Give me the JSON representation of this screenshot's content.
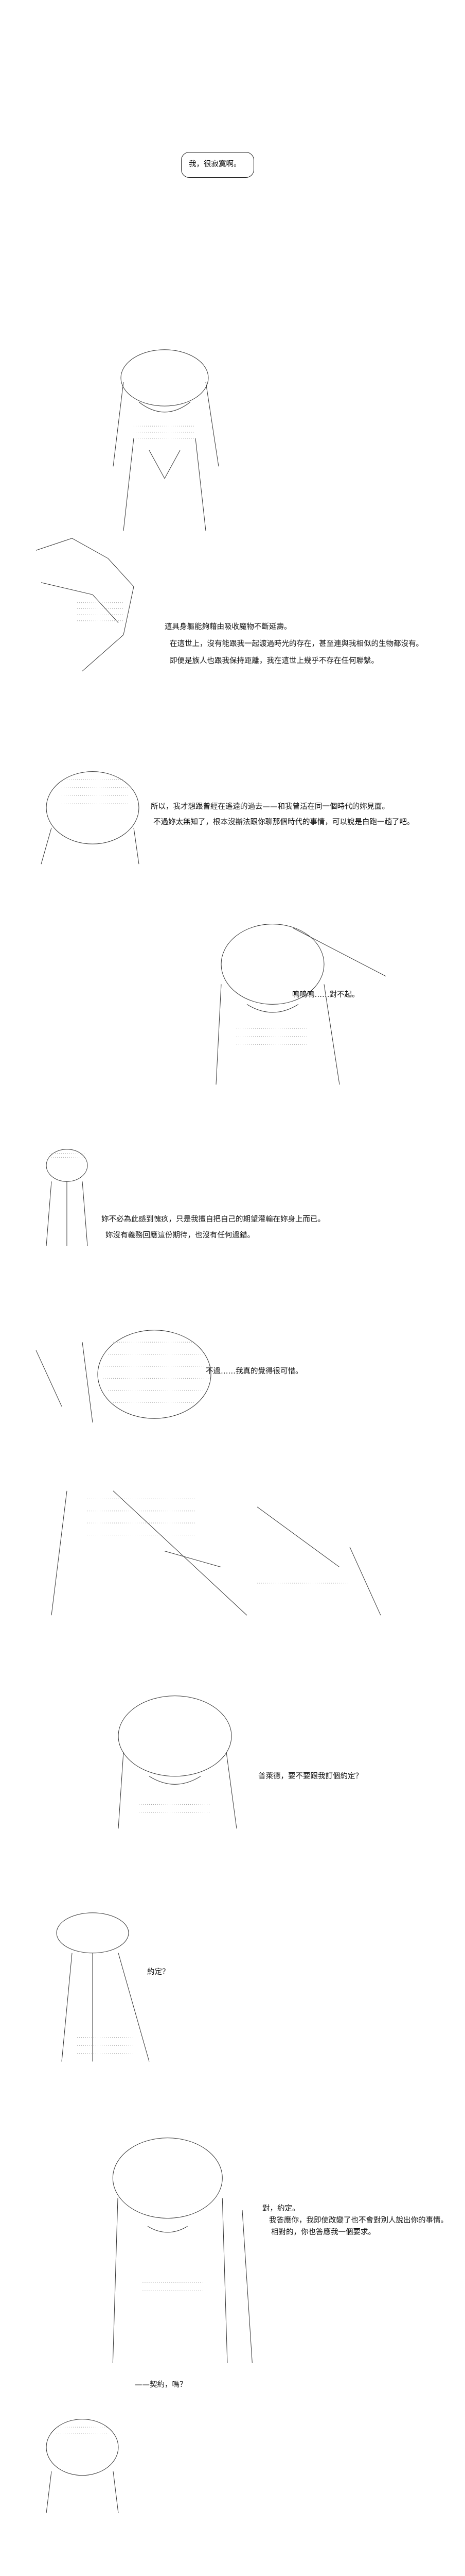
{
  "panels": [
    {
      "lines": [
        "我，很寂寞啊。"
      ]
    },
    {
      "lines": [
        "這具身軀能夠藉由吸收魔物不斷延壽。",
        "在這世上，沒有能跟我一起渡過時光的存在，甚至連與我相似的生物都沒有。",
        "即便是族人也跟我保持距離，我在這世上幾乎不存在任何聯繫。"
      ]
    },
    {
      "lines": [
        "所以，我才想跟曾經在遙遠的過去——和我曾活在同一個時代的妳見面。",
        "不過妳太無知了，根本沒辦法跟你聊那個時代的事情，可以說是白跑一趟了吧。"
      ]
    },
    {
      "lines": [
        "嗚嗚嗚……對不起。"
      ]
    },
    {
      "lines": [
        "妳不必為此感到愧疚，只是我擅自把自己的期望灌輸在妳身上而已。",
        "妳沒有義務回應這份期待，也沒有任何過錯。"
      ]
    },
    {
      "lines": [
        "不過……我真的覺得很可惜。"
      ]
    },
    {
      "lines": [
        "普萊德，要不要跟我訂個約定？"
      ]
    },
    {
      "lines": [
        "約定？"
      ]
    },
    {
      "lines": [
        "對，約定。",
        "我答應你，我即使改變了也不會對別人說出你的事情。",
        "相對的，你也答應我一個要求。"
      ]
    },
    {
      "lines": [
        "——契約，嗎？"
      ]
    }
  ],
  "art": [
    "girl-figure",
    "hand-figure",
    "girl-profile",
    "crying-girl",
    "small-boy",
    "striped-girl",
    "large-girl",
    "girl-asking",
    "boy-figure",
    "girl-speaking",
    "boy-closeup"
  ]
}
